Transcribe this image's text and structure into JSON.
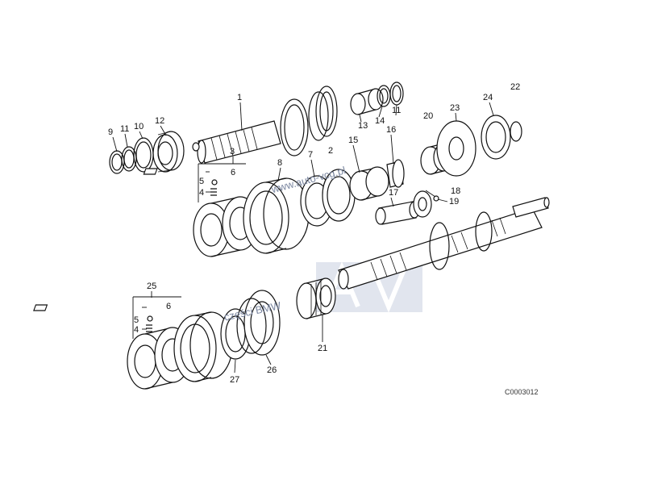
{
  "callouts": {
    "c1": "1",
    "c2": "2",
    "c3": "3",
    "c4a": "4",
    "c5a": "5",
    "c6a": "6",
    "c7": "7",
    "c8": "8",
    "c9": "9",
    "c10": "10",
    "c11a": "11",
    "c11b": "11",
    "c12": "12",
    "c13": "13",
    "c14": "14",
    "c15": "15",
    "c16": "16",
    "c17": "17",
    "c18": "18",
    "c19": "19",
    "c20": "20",
    "c21": "21",
    "c22": "22",
    "c23": "23",
    "c24": "24",
    "c25": "25",
    "c26": "26",
    "c27": "27",
    "c4b": "4",
    "c5b": "5",
    "c6b": "6"
  },
  "watermark": {
    "url": "www.auto-vcg.pl",
    "label": "części BMW"
  },
  "drawing_code": "C0003012",
  "colors": {
    "line": "#111111",
    "watermark_box": "#aab2c9",
    "watermark_text": "#7a86a0"
  }
}
